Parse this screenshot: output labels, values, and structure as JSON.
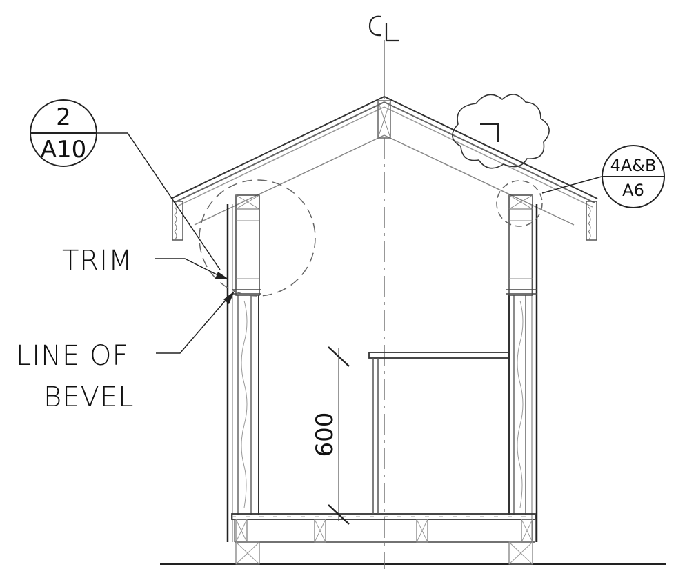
{
  "centerline_symbol": "CL",
  "callouts": {
    "left": {
      "top": "2",
      "bottom": "A10"
    },
    "right": {
      "top": "4A&B",
      "bottom": "A6"
    }
  },
  "labels": {
    "trim": "TRIM",
    "bevel_line1": "LINE OF",
    "bevel_line2": "BEVEL"
  },
  "dimension": {
    "value": "600"
  }
}
